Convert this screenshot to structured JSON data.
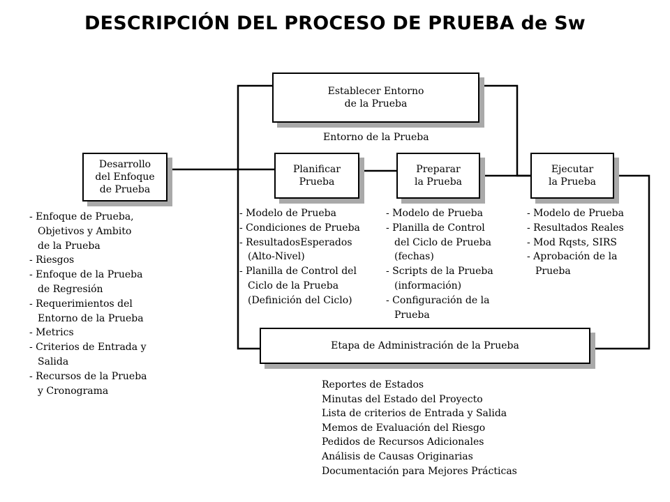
{
  "title": "DESCRIPCIÓN DEL PROCESO DE PRUEBA de Sw",
  "boxes": {
    "establecer": [
      "Establecer Entorno",
      "de la Prueba"
    ],
    "desarrollo": [
      "Desarrollo",
      "del Enfoque",
      "de Prueba"
    ],
    "planificar": [
      "Planificar",
      "Prueba"
    ],
    "preparar": [
      "Preparar",
      "la Prueba"
    ],
    "ejecutar": [
      "Ejecutar",
      "la Prueba"
    ],
    "administracion": [
      "Etapa de Administración de la Prueba"
    ]
  },
  "entorno_label": "Entorno de la Prueba",
  "lists": {
    "desarrollo": [
      "- Enfoque de Prueba,",
      "  Objetivos y Ambito",
      "  de la Prueba",
      "- Riesgos",
      "- Enfoque de la Prueba",
      "  de Regresión",
      "- Requerimientos del",
      "  Entorno de la Prueba",
      "- Metrics",
      "- Criterios de Entrada y",
      "  Salida",
      "- Recursos de la Prueba",
      "  y Cronograma"
    ],
    "planificar": [
      "- Modelo de Prueba",
      "- Condiciones de Prueba",
      "- ResultadosEsperados",
      "  (Alto-Nivel)",
      "- Planilla de Control del",
      "  Ciclo de la Prueba",
      "  (Definición del Ciclo)"
    ],
    "preparar": [
      "- Modelo de Prueba",
      "- Planilla de Control",
      "  del Ciclo de Prueba",
      "  (fechas)",
      "- Scripts de la Prueba",
      "  (información)",
      "- Configuración de la",
      "  Prueba"
    ],
    "ejecutar": [
      "- Modelo de Prueba",
      "- Resultados Reales",
      "- Mod Rqsts, SIRS",
      "- Aprobación de la",
      "  Prueba"
    ],
    "administracion": [
      "Reportes de Estados",
      "Minutas del Estado del Proyecto",
      "Lista de criterios de Entrada y Salida",
      "Memos de Evaluación del Riesgo",
      "Pedidos de Recursos Adicionales",
      "Análisis de Causas Originarias",
      "Documentación para Mejores Prácticas"
    ]
  }
}
